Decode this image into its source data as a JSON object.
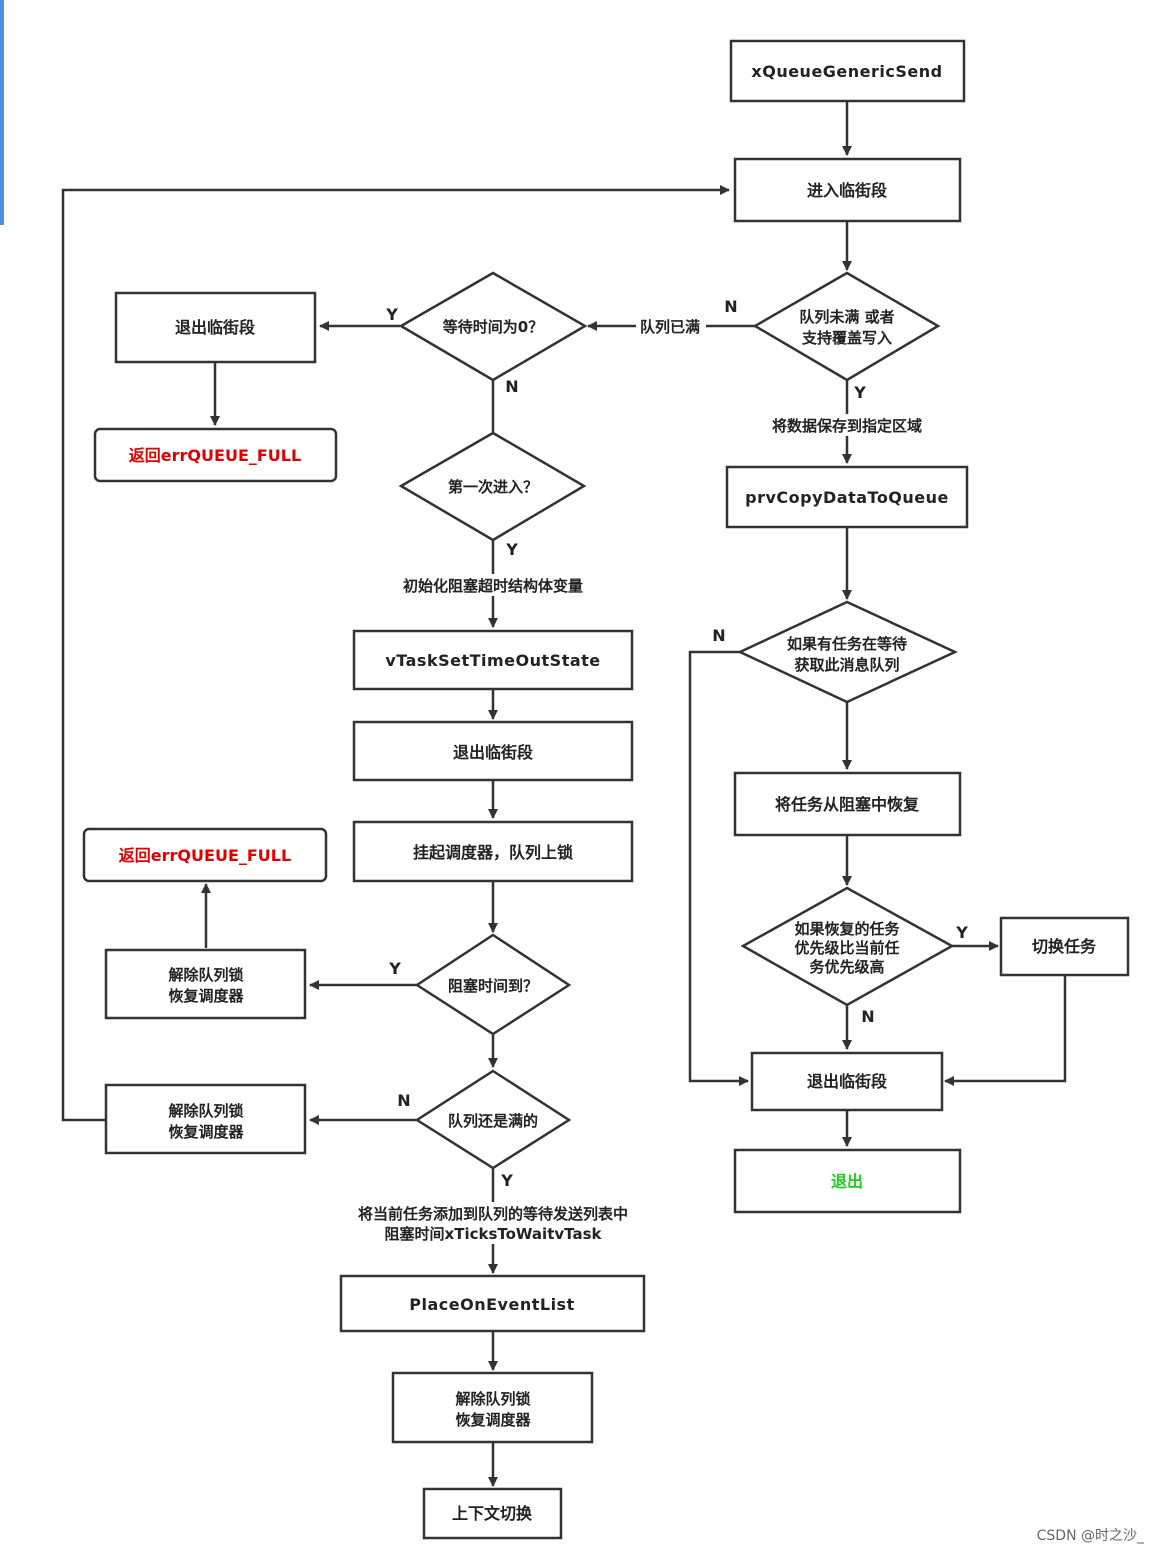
{
  "nodes": {
    "start": "xQueueGenericSend",
    "enter_critical": "进入临街段",
    "queue_check": [
      "队列未满 或者",
      "支持覆盖写入"
    ],
    "wait_zero": "等待时间为0？",
    "exit_critical_1": "退出临街段",
    "return_full_1": "返回errQUEUE_FULL",
    "first_entry": "第一次进入？",
    "set_timeout": "vTaskSetTimeOutState",
    "exit_critical_2": "退出临街段",
    "suspend_lock": "挂起调度器，队列上锁",
    "return_full_2": "返回errQUEUE_FULL",
    "unlock_resume_1": [
      "解除队列锁",
      "恢复调度器"
    ],
    "block_timeout": "阻塞时间到？",
    "unlock_resume_2": [
      "解除队列锁",
      "恢复调度器"
    ],
    "queue_still_full": "队列还是满的",
    "place_on_event": "PlaceOnEventList",
    "unlock_resume_3": [
      "解除队列锁",
      "恢复调度器"
    ],
    "context_switch": "上下文切换",
    "copy_data": "prvCopyDataToQueue",
    "task_waiting": [
      "如果有任务在等待",
      "获取此消息队列"
    ],
    "resume_task": "将任务从阻塞中恢复",
    "priority_check": [
      "如果恢复的任务",
      "优先级比当前任",
      "务优先级高"
    ],
    "switch_task": "切换任务",
    "exit_critical_3": "退出临街段",
    "exit": "退出"
  },
  "edge_labels": {
    "n_full": "N",
    "queue_full": "队列已满",
    "y_zero": "Y",
    "n_zero": "N",
    "y_first": "Y",
    "init_timeout": "初始化阻塞超时结构体变量",
    "y_timeout": "Y",
    "n_stillfull": "N",
    "y_stillfull": "Y",
    "add_to_list": [
      "将当前任务添加到队列的等待发送列表中",
      "阻塞时间xTicksToWaitvTask"
    ],
    "y_notfull": "Y",
    "save_data": "将数据保存到指定区域",
    "n_waiting": "N",
    "y_priority": "Y",
    "n_priority": "N"
  },
  "watermark": "CSDN @时之沙_",
  "colors": {
    "error": "#e00000",
    "success": "#22cc22",
    "accent": "#4a90e2"
  }
}
